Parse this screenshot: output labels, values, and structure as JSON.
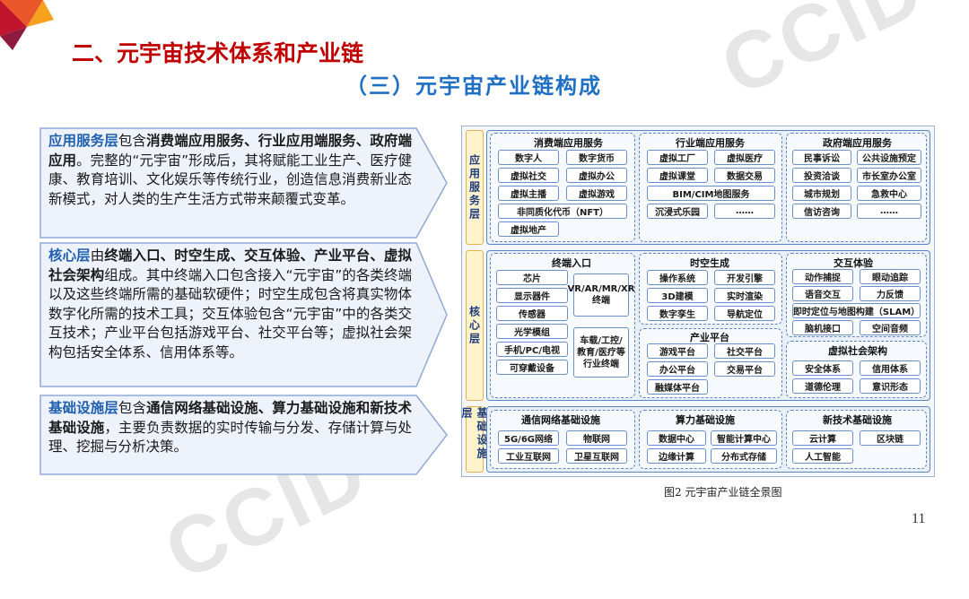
{
  "slide": {
    "title": "二、元宇宙技术体系和产业链",
    "subtitle": "（三）元宇宙产业链构成",
    "page_number": "11",
    "watermark": "CCID"
  },
  "cards": [
    {
      "lead": "应用服务层",
      "t1": "包含",
      "bold1": "消费端应用服务、行业应用端服务、政府端应用",
      "t2": "。完整的“元宇宙”形成后，其将赋能工业生产、医疗健康、教育培训、文化娱乐等传统行业，创造信息消费新业态新模式，对人类的生产生活方式带来颠覆式变革。"
    },
    {
      "lead": "核心层",
      "t1": "由",
      "bold1": "终端入口、时空生成、交互体验、产业平台、虚拟社会架构",
      "t2": "组成。其中终端入口包含接入“元宇宙”的各类终端以及这些终端所需的基础软硬件；时空生成包含将真实物体数字化所需的技术工具；交互体验包含“元宇宙”中的各类交互技术；产业平台包括游戏平台、社交平台等；虚拟社会架构包括安全体系、信用体系等。"
    },
    {
      "lead": "基础设施层",
      "t1": "包含",
      "bold1": "通信网络基础设施、算力基础设施和新技术基础设施",
      "t2": "，主要负责数据的实时传输与分发、存储计算与处理、挖掘与分析决策。"
    }
  ],
  "diagram": {
    "caption": "图2  元宇宙产业链全景图",
    "layers": {
      "app": "应用服务层",
      "core": "核心层",
      "infra": "基础设施层"
    },
    "consumer": {
      "title": "消费端应用服务",
      "items": [
        "数字人",
        "数字货币",
        "虚拟社交",
        "虚拟办公",
        "虚拟主播",
        "虚拟游戏",
        "非同质化代币（NFT）",
        "虚拟地产"
      ]
    },
    "industry": {
      "title": "行业端应用服务",
      "items": [
        "虚拟工厂",
        "虚拟医疗",
        "虚拟课堂",
        "数据交易",
        "BIM/CIM地图服务",
        "沉浸式乐园",
        "……"
      ]
    },
    "gov": {
      "title": "政府端应用服务",
      "items": [
        "民事诉讼",
        "公共设施预定",
        "投资洽谈",
        "市长室办公室",
        "城市规划",
        "急救中心",
        "信访咨询",
        "……"
      ]
    },
    "terminal": {
      "title": "终端入口",
      "items": [
        "芯片",
        "显示器件",
        "传感器",
        "光学模组",
        "手机/PC/电视",
        "可穿戴设备"
      ],
      "vr": "VR/AR/MR/XR终端",
      "vehicle": "车载/工控/教育/医疗等行业终端"
    },
    "spacetime": {
      "title": "时空生成",
      "items": [
        "操作系统",
        "开发引擎",
        "3D建模",
        "实时渲染",
        "数字孪生",
        "导航定位"
      ]
    },
    "platform": {
      "title": "产业平台",
      "items": [
        "游戏平台",
        "社交平台",
        "办公平台",
        "交易平台",
        "融媒体平台"
      ]
    },
    "interaction": {
      "title": "交互体验",
      "items": [
        "动作捕捉",
        "眼动追踪",
        "语音交互",
        "力反馈",
        "即时定位与地图构建（SLAM）",
        "脑机接口",
        "空间音频"
      ]
    },
    "society": {
      "title": "虚拟社会架构",
      "items": [
        "安全体系",
        "信用体系",
        "道德伦理",
        "意识形态"
      ]
    },
    "network": {
      "title": "通信网络基础设施",
      "items": [
        "5G/6G网络",
        "物联网",
        "工业互联网",
        "卫星互联网"
      ]
    },
    "compute": {
      "title": "算力基础设施",
      "items": [
        "数据中心",
        "智能计算中心",
        "边缘计算",
        "分布式存储"
      ]
    },
    "newtech": {
      "title": "新技术基础设施",
      "items": [
        "云计算",
        "区块链",
        "人工智能"
      ]
    }
  }
}
